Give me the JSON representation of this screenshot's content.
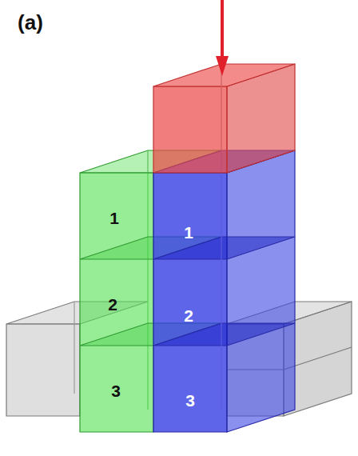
{
  "diagram": {
    "labels": [
      "(a)",
      "1",
      "2",
      "3",
      "1",
      "2",
      "3"
    ]
  }
}
